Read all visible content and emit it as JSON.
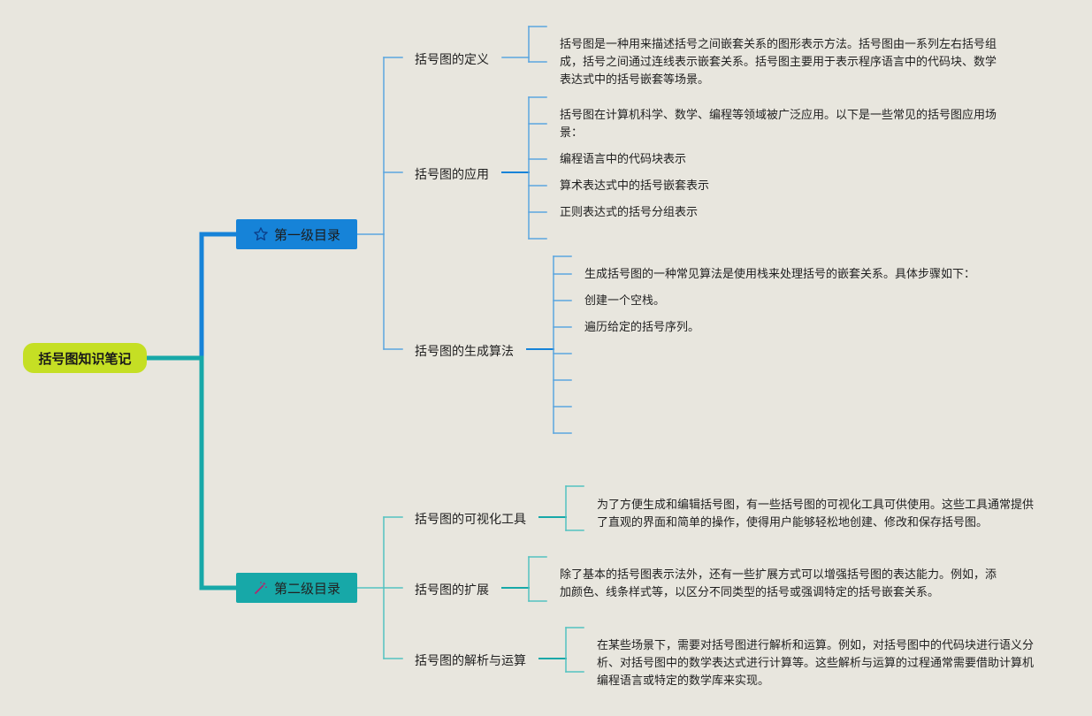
{
  "root": {
    "label": "括号图知识笔记"
  },
  "branches": [
    {
      "label": "第一级目录",
      "icon": "star-outline-icon",
      "color": "#1683d8",
      "children": [
        {
          "label": "括号图的定义",
          "leaves": [
            "括号图是一种用来描述括号之间嵌套关系的图形表示方法。括号图由一系列左右括号组成，括号之间通过连线表示嵌套关系。括号图主要用于表示程序语言中的代码块、数学表达式中的括号嵌套等场景。"
          ]
        },
        {
          "label": "括号图的应用",
          "leaves": [
            "括号图在计算机科学、数学、编程等领域被广泛应用。以下是一些常见的括号图应用场景：",
            "编程语言中的代码块表示",
            "算术表达式中的括号嵌套表示",
            "正则表达式的括号分组表示",
            ""
          ]
        },
        {
          "label": "括号图的生成算法",
          "leaves": [
            "生成括号图的一种常见算法是使用栈来处理括号的嵌套关系。具体步骤如下：",
            "创建一个空栈。",
            "遍历给定的括号序列。",
            "",
            "",
            "",
            ""
          ]
        }
      ]
    },
    {
      "label": "第二级目录",
      "icon": "wand-icon",
      "color": "#17a8a8",
      "children": [
        {
          "label": "括号图的可视化工具",
          "leaves": [
            "为了方便生成和编辑括号图，有一些括号图的可视化工具可供使用。这些工具通常提供了直观的界面和简单的操作，使得用户能够轻松地创建、修改和保存括号图。"
          ]
        },
        {
          "label": "括号图的扩展",
          "leaves": [
            "除了基本的括号图表示法外，还有一些扩展方式可以增强括号图的表达能力。例如，添加颜色、线条样式等，以区分不同类型的括号或强调特定的括号嵌套关系。"
          ]
        },
        {
          "label": "括号图的解析与运算",
          "leaves": [
            "在某些场景下，需要对括号图进行解析和运算。例如，对括号图中的代码块进行语义分析、对括号图中的数学表达式进行计算等。这些解析与运算的过程通常需要借助计算机编程语言或特定的数学库来实现。"
          ]
        }
      ]
    }
  ]
}
